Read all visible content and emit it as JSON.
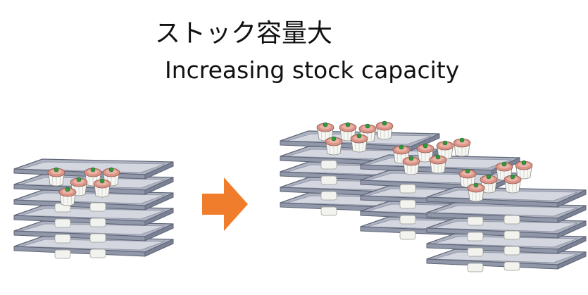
{
  "title_jp": "ストック容量大",
  "title_en": "Increasing stock capacity",
  "icons": {
    "tray": "baking-tray-icon",
    "shumai": "shumai-dumpling-icon",
    "arrow": "right-arrow-icon"
  },
  "colors": {
    "arrow": "#ef7d2b",
    "tray_fill": "#c7cbd6",
    "tray_edge": "#6e7386",
    "tray_inner": "#dfe2ea",
    "shumai_wrap": "#f7f7f4",
    "shumai_filling": "#d98a7d",
    "pea": "#2f9a3c"
  },
  "before": {
    "tray_layers": 6
  },
  "after": {
    "stacks": 3
  }
}
